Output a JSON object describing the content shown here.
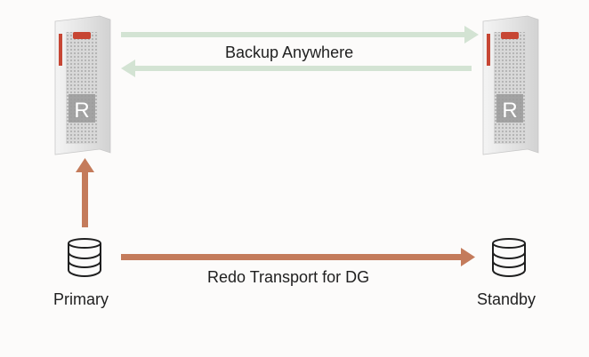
{
  "diagram": {
    "labels": {
      "backup": "Backup Anywhere",
      "redo": "Redo Transport for DG",
      "primary": "Primary",
      "standby": "Standby"
    },
    "server_badge": "R",
    "colors": {
      "backup_arrow": "#d3e3d3",
      "redo_arrow": "#c47b5b",
      "server_body": "#e8e8e8",
      "server_accent": "#c74634",
      "database_stroke": "#1f1f1f",
      "background": "#fcfbfa"
    },
    "icons": [
      "server-rack-icon",
      "database-icon"
    ]
  }
}
